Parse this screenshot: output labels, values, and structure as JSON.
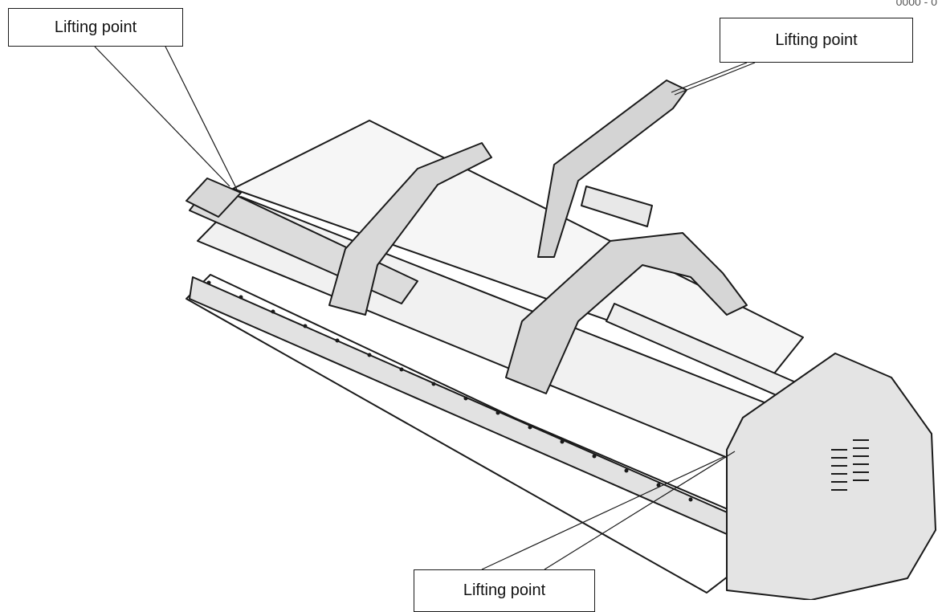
{
  "callouts": {
    "top_left": "Lifting point",
    "top_right": "Lifting point",
    "bottom": "Lifting point"
  },
  "corner_text": "0000 - 0",
  "colors": {
    "line": "#1a1a1a",
    "panel": "#e9e9e9",
    "panel_dark": "#cfcfcf",
    "background": "#ffffff"
  }
}
